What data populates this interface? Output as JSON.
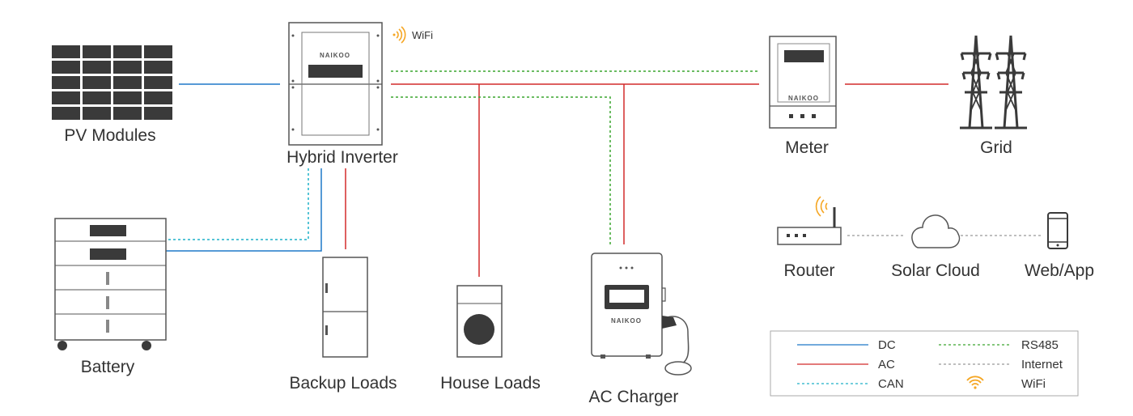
{
  "nodes": {
    "pv": "PV Modules",
    "inverter": "Hybrid Inverter",
    "battery": "Battery",
    "backup": "Backup Loads",
    "house": "House Loads",
    "charger": "AC Charger",
    "meter": "Meter",
    "grid": "Grid",
    "router": "Router",
    "cloud": "Solar Cloud",
    "webapp": "Web/App"
  },
  "brand": "NAIKOO",
  "wifi_tag": "WiFi",
  "legend": [
    {
      "label": "DC",
      "color": "#1f78c8",
      "style": "solid"
    },
    {
      "label": "AC",
      "color": "#d22b2b",
      "style": "solid"
    },
    {
      "label": "CAN",
      "color": "#1fb0c8",
      "style": "dashed"
    },
    {
      "label": "RS485",
      "color": "#3aa52f",
      "style": "dashed"
    },
    {
      "label": "Internet",
      "color": "#999999",
      "style": "dashed"
    },
    {
      "label": "WiFi",
      "color": "#f5a623",
      "style": "icon"
    }
  ],
  "colors": {
    "dc": "#1f78c8",
    "ac": "#d22b2b",
    "can": "#1fb0c8",
    "rs485": "#3aa52f",
    "internet": "#999999",
    "wifi": "#f5a623",
    "device": "#3a3a3a"
  }
}
